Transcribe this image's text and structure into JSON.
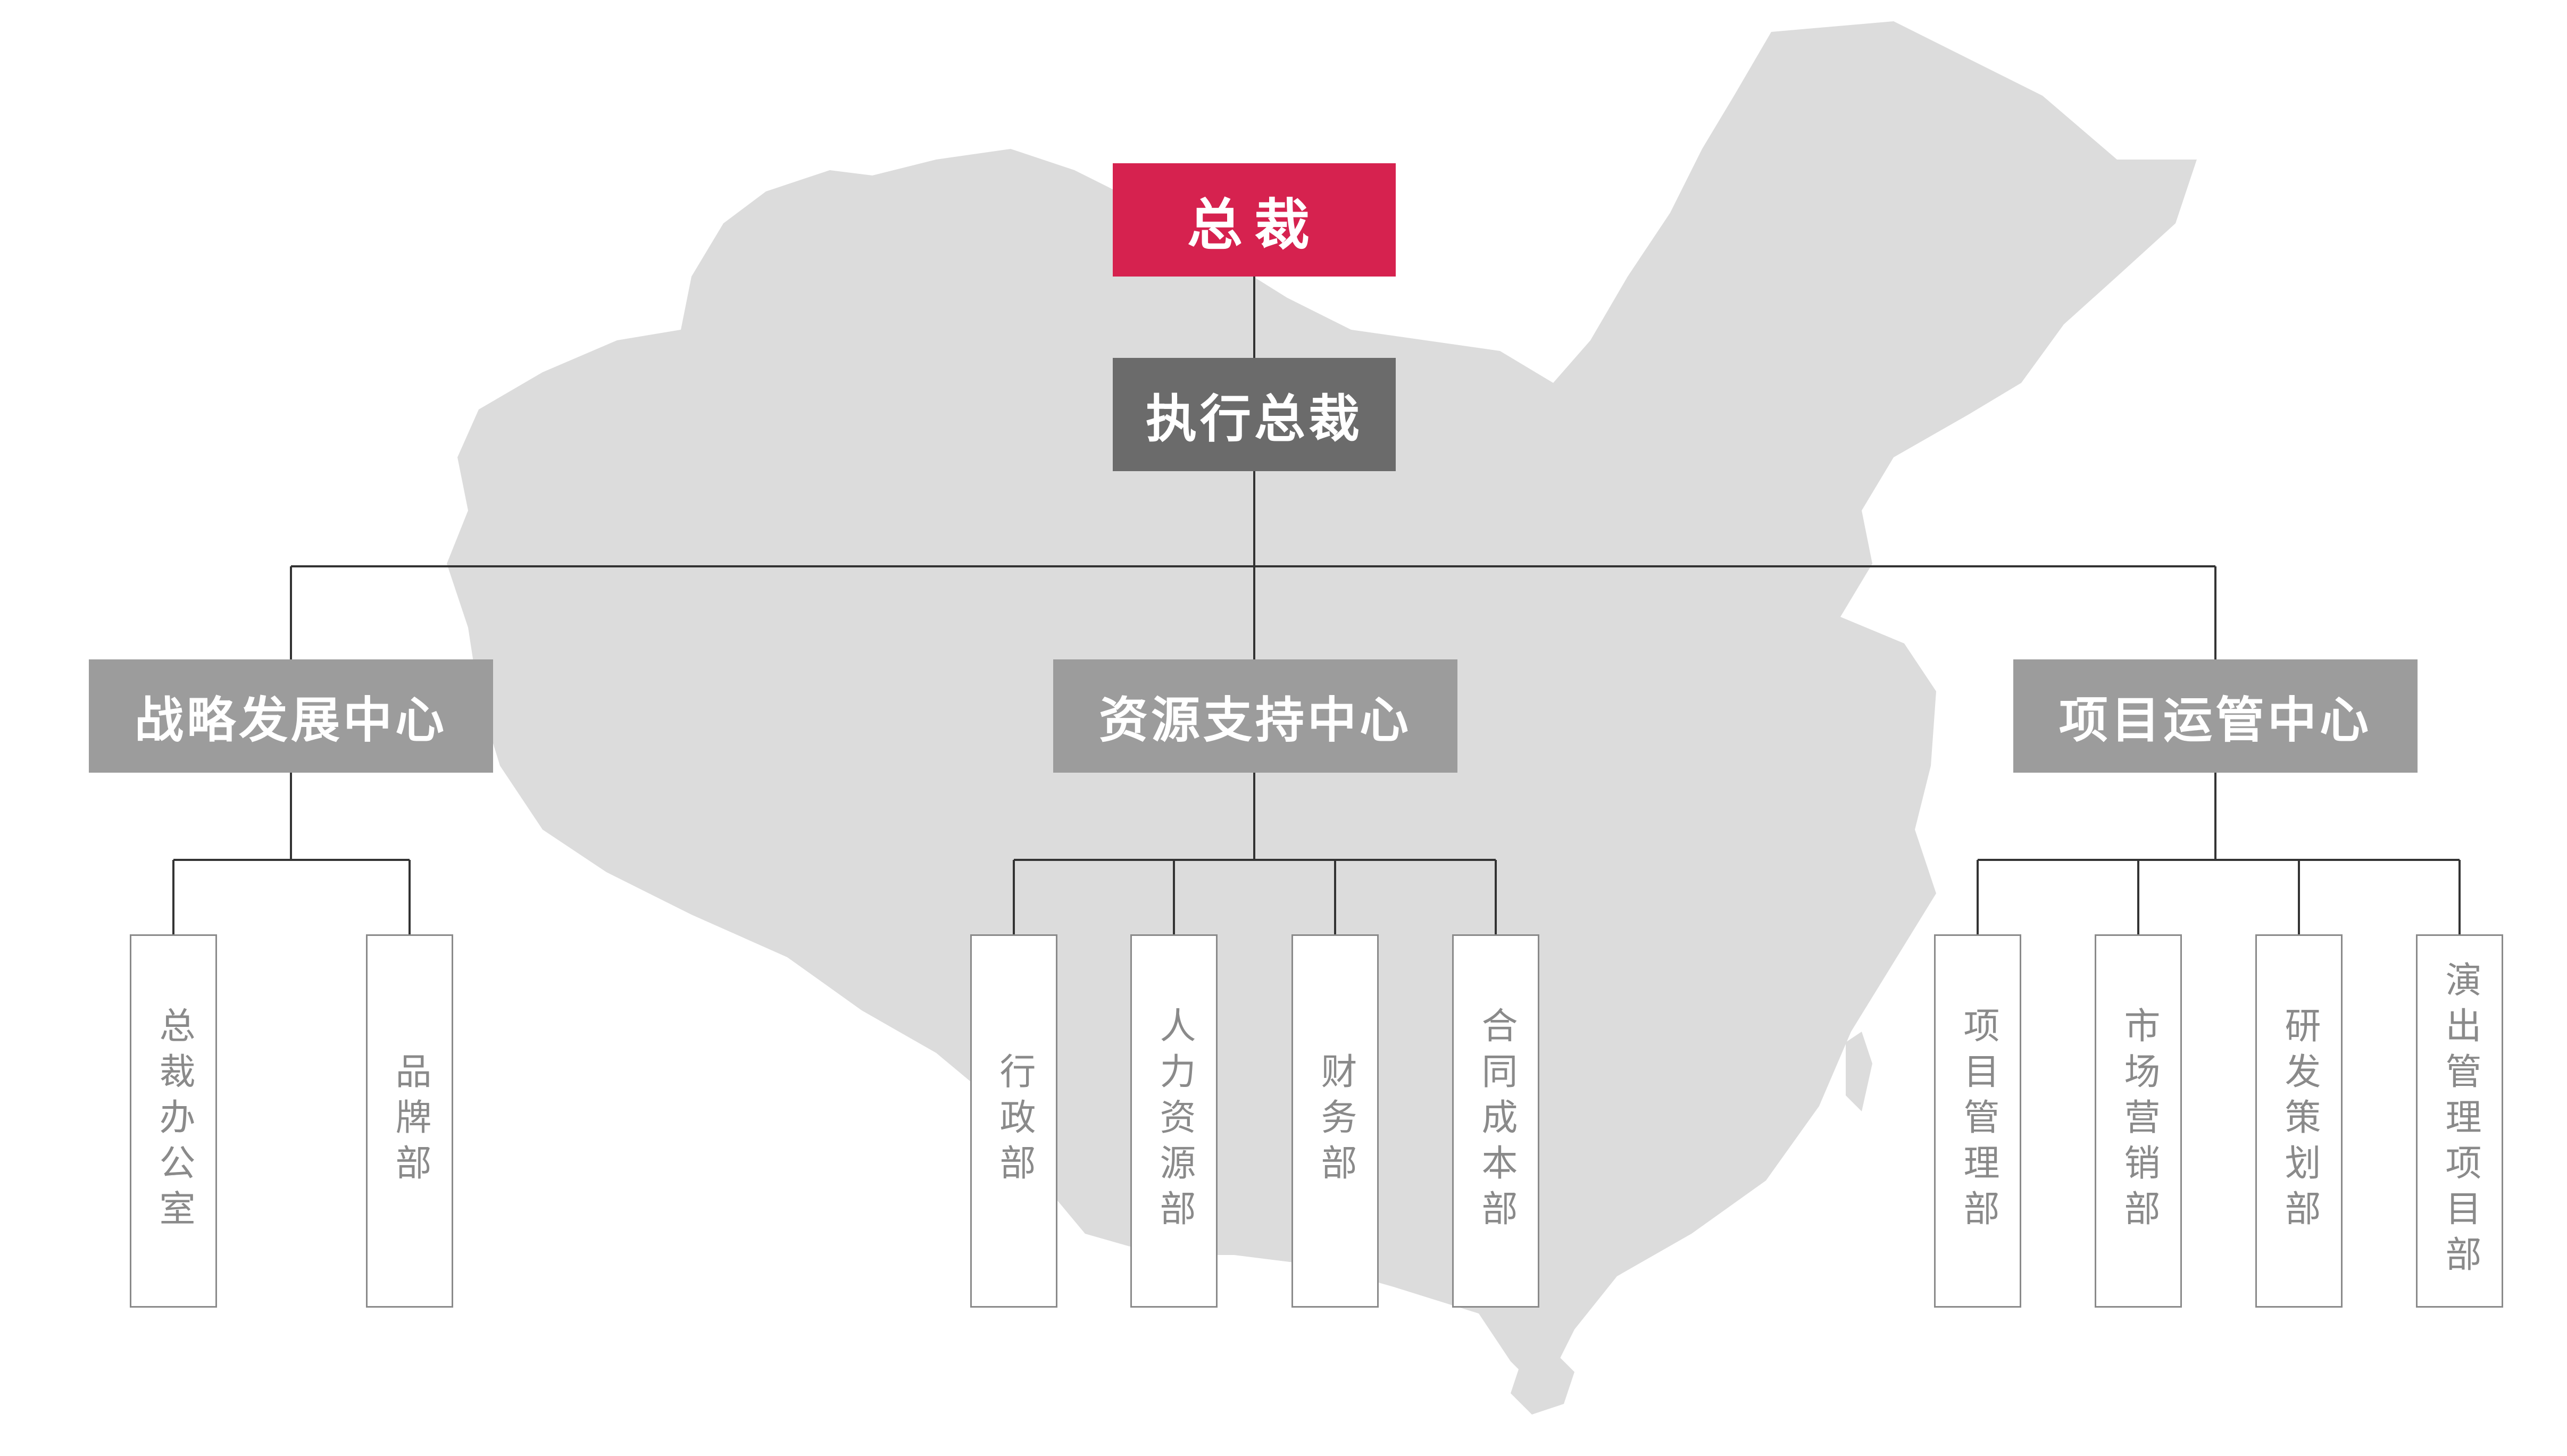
{
  "chart": {
    "president": "总裁",
    "executive": "执行总裁",
    "centers": [
      {
        "label": "战略发展中心",
        "departments": [
          "总裁办公室",
          "品牌部"
        ]
      },
      {
        "label": "资源支持中心",
        "departments": [
          "行政部",
          "人力资源部",
          "财务部",
          "合同成本部"
        ]
      },
      {
        "label": "项目运管中心",
        "departments": [
          "项目管理部",
          "市场营销部",
          "研发策划部",
          "演出管理项目部"
        ]
      }
    ]
  },
  "colors": {
    "president": "#d6224f",
    "executive": "#6b6b6b",
    "center": "#9c9c9c",
    "department_border": "#8a8a8a",
    "map": "#dcdcdc",
    "connector": "#333333"
  }
}
